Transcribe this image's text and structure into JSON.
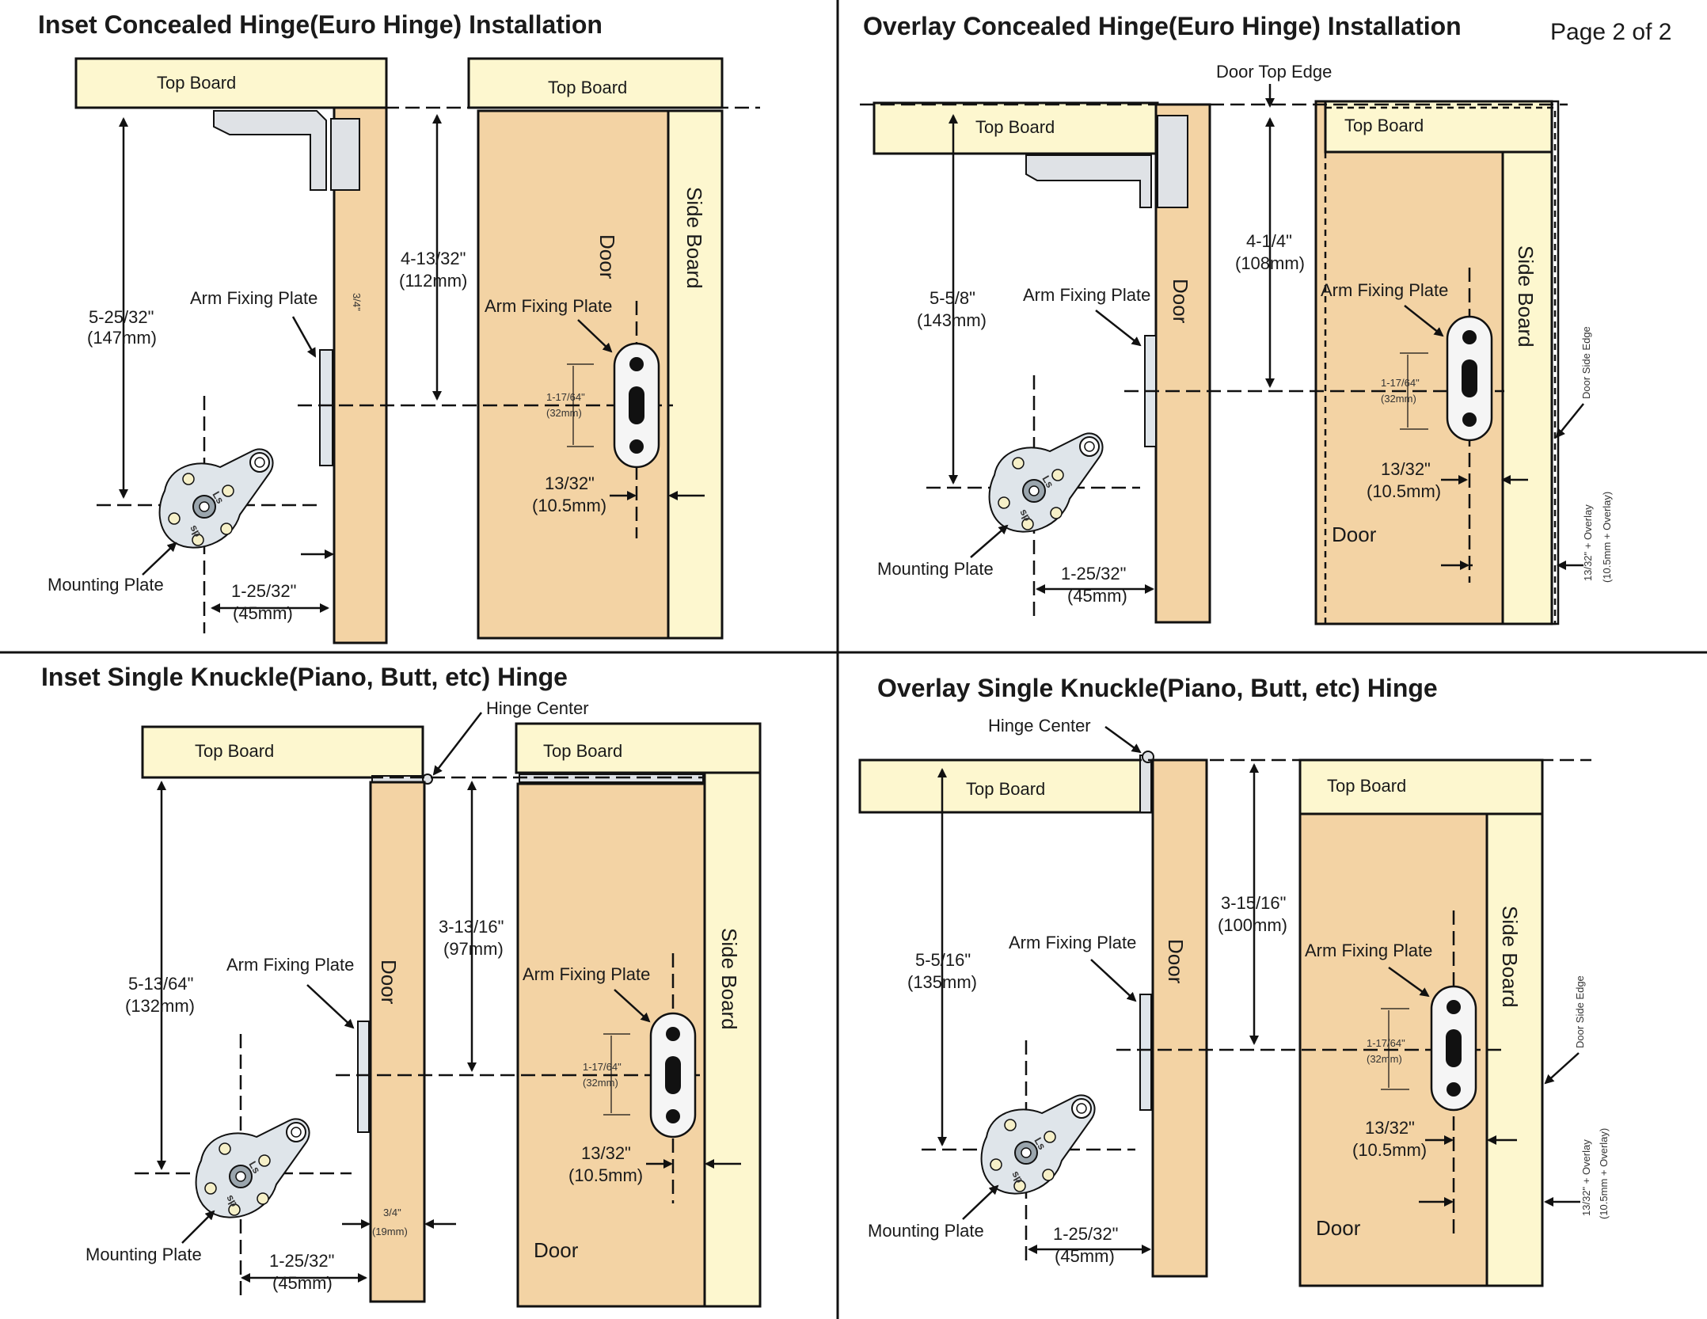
{
  "page": {
    "label": "Page 2 of 2"
  },
  "labels": {
    "top_board": "Top Board",
    "side_board": "Side Board",
    "door": "Door",
    "arm_fixing_plate": "Arm Fixing Plate",
    "mounting_plate": "Mounting Plate",
    "hinge_center": "Hinge Center",
    "door_top_edge": "Door Top Edge",
    "door_side_edge": "Door Side Edge",
    "plate_spacing": "1-17/64\"",
    "plate_spacing_mm": "(32mm)",
    "offset_in": "13/32\"",
    "offset_mm": "(10.5mm)",
    "mount_in": "1-25/32\"",
    "mount_mm": "(45mm)",
    "overlay_in": "13/32\" + Overlay",
    "overlay_mm": "(10.5mm + Overlay)"
  },
  "panels": [
    {
      "title": "Inset Concealed Hinge(Euro Hinge) Installation",
      "mount_height_in": "5-25/32\"",
      "mount_height_mm": "(147mm)",
      "arm_height_in": "4-13/32\"",
      "arm_height_mm": "(112mm)",
      "door_thickness": "3/4\""
    },
    {
      "title": "Overlay Concealed Hinge(Euro Hinge) Installation",
      "mount_height_in": "5-5/8\"",
      "mount_height_mm": "(143mm)",
      "arm_height_in": "4-1/4\"",
      "arm_height_mm": "(108mm)"
    },
    {
      "title": "Inset Single Knuckle(Piano, Butt, etc) Hinge",
      "mount_height_in": "5-13/64\"",
      "mount_height_mm": "(132mm)",
      "arm_height_in": "3-13/16\"",
      "arm_height_mm": "(97mm)",
      "door_thickness_in": "3/4\"",
      "door_thickness_mm": "(19mm)"
    },
    {
      "title": "Overlay Single Knuckle(Piano, Butt, etc) Hinge",
      "mount_height_in": "5-5/16\"",
      "mount_height_mm": "(135mm)",
      "arm_height_in": "3-15/16\"",
      "arm_height_mm": "(100mm)"
    }
  ]
}
